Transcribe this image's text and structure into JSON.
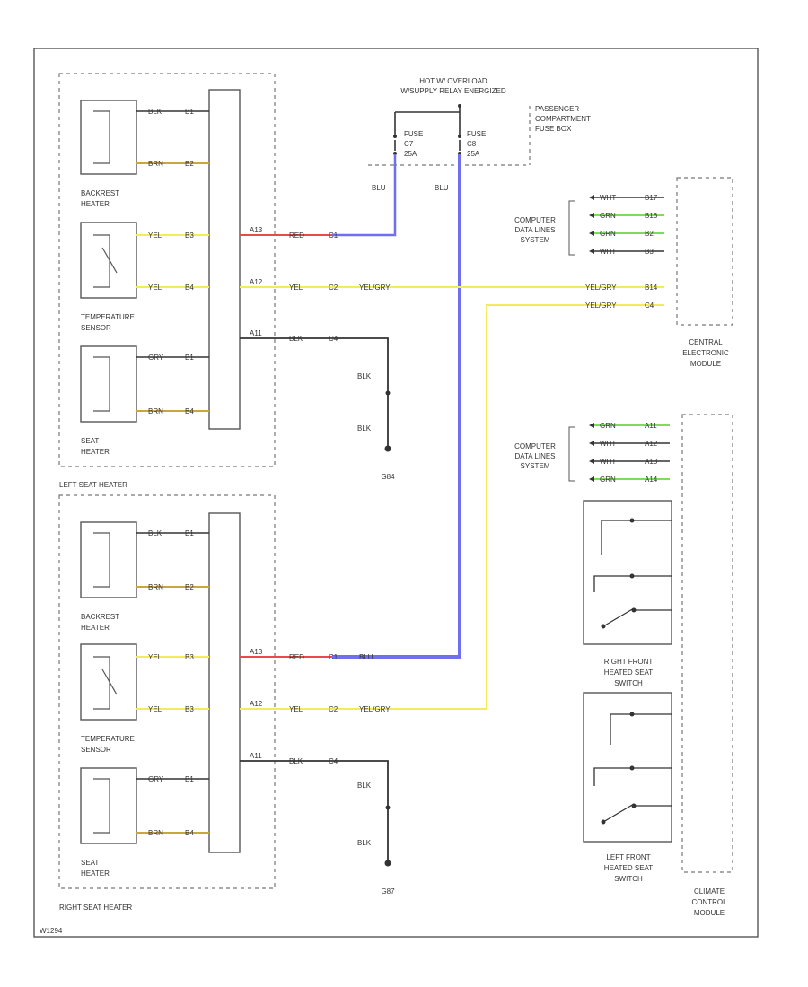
{
  "colors": {
    "blue": "#6f6ff0",
    "yellow": "#f2ec5a",
    "red": "#e84a4a",
    "green": "#7edb5c",
    "brown": "#c8a83c",
    "black": "#333333"
  },
  "top": {
    "hot_label_1": "HOT W/ OVERLOAD",
    "hot_label_2": "W/SUPPLY RELAY ENERGIZED",
    "fuse_box_label_1": "PASSENGER",
    "fuse_box_label_2": "COMPARTMENT",
    "fuse_box_label_3": "FUSE BOX",
    "fuse_a_1": "FUSE",
    "fuse_a_2": "C7",
    "fuse_a_3": "25A",
    "fuse_b_1": "FUSE",
    "fuse_b_2": "C8",
    "fuse_b_3": "25A",
    "wire_blu_a": "BLU",
    "wire_blu_b": "BLU"
  },
  "left_seat": {
    "title": "LEFT SEAT HEATER",
    "backrest_1": "BACKREST",
    "backrest_2": "HEATER",
    "temp_1": "TEMPERATURE",
    "temp_2": "SENSOR",
    "seat_1": "SEAT",
    "seat_2": "HEATER",
    "w1": "BLK",
    "w1p": "B1",
    "w2": "BRN",
    "w2p": "B2",
    "w3": "YEL",
    "w3p": "B3",
    "w4": "YEL",
    "w4p": "B4",
    "w5": "GRY",
    "w5p": "B1",
    "w6": "BRN",
    "w6p": "B4",
    "c1": "A13",
    "c2": "A12",
    "c3": "A11",
    "red": "RED",
    "red_pin": "C1",
    "yel": "YEL",
    "yel_pin": "C2",
    "yel_grn": "YEL/GRY",
    "blk": "BLK",
    "blk_pin": "C4",
    "blk_a": "BLK",
    "blk_b": "BLK",
    "ground": "G84"
  },
  "right_seat": {
    "title": "RIGHT SEAT HEATER",
    "backrest_1": "BACKREST",
    "backrest_2": "HEATER",
    "temp_1": "TEMPERATURE",
    "temp_2": "SENSOR",
    "seat_1": "SEAT",
    "seat_2": "HEATER",
    "w1": "BLK",
    "w1p": "B1",
    "w2": "BRN",
    "w2p": "B2",
    "w3": "YEL",
    "w3p": "B3",
    "w4": "YEL",
    "w4p": "B3",
    "w5": "GRY",
    "w5p": "B1",
    "w6": "BRN",
    "w6p": "B4",
    "c1": "A13",
    "c2": "A12",
    "c3": "A11",
    "red": "RED",
    "red_pin": "C1",
    "blu": "BLU",
    "yel": "YEL",
    "yel_pin": "C2",
    "yel_grn": "YEL/GRY",
    "blk": "BLK",
    "blk_pin": "C4",
    "blk_a": "BLK",
    "blk_b": "BLK",
    "ground": "G87"
  },
  "cem": {
    "data_1": "COMPUTER",
    "data_2": "DATA LINES",
    "data_3": "SYSTEM",
    "pins": [
      {
        "wire": "WHT",
        "pin": "B17"
      },
      {
        "wire": "GRN",
        "pin": "B16"
      },
      {
        "wire": "GRN",
        "pin": "B2"
      },
      {
        "wire": "WHT",
        "pin": "B3"
      }
    ],
    "yel_grn_1": "YEL/GRY",
    "yel_grn_1_pin": "B14",
    "yel_grn_2": "YEL/GRY",
    "yel_grn_2_pin": "C4",
    "name_1": "CENTRAL",
    "name_2": "ELECTRONIC",
    "name_3": "MODULE"
  },
  "ccm": {
    "data_1": "COMPUTER",
    "data_2": "DATA LINES",
    "data_3": "SYSTEM",
    "pins": [
      {
        "wire": "GRN",
        "pin": "A11"
      },
      {
        "wire": "WHT",
        "pin": "A12"
      },
      {
        "wire": "WHT",
        "pin": "A13"
      },
      {
        "wire": "GRN",
        "pin": "A14"
      }
    ],
    "right_switch_1": "RIGHT FRONT",
    "right_switch_2": "HEATED SEAT",
    "right_switch_3": "SWITCH",
    "left_switch_1": "LEFT FRONT",
    "left_switch_2": "HEATED SEAT",
    "left_switch_3": "SWITCH",
    "name_1": "CLIMATE",
    "name_2": "CONTROL",
    "name_3": "MODULE"
  },
  "footer": {
    "code": "W1294"
  }
}
